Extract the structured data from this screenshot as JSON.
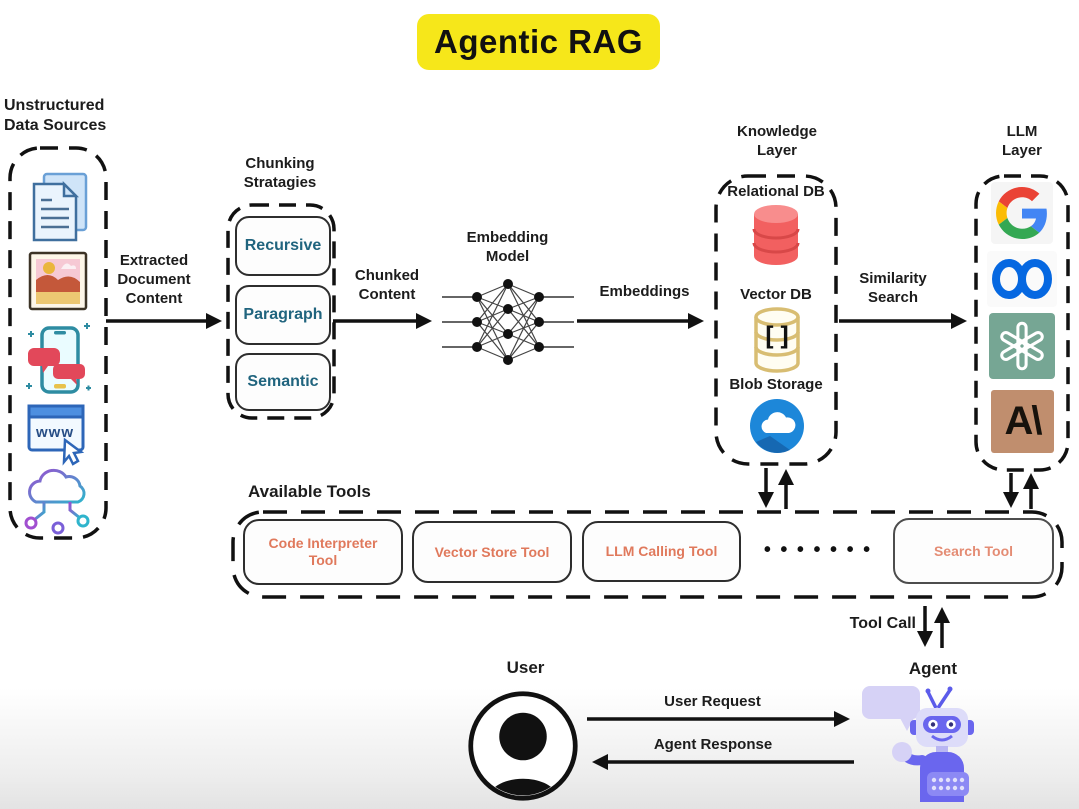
{
  "title": "Agentic RAG",
  "sources": {
    "label": "Unstructured Data Sources",
    "www_text": "www",
    "icons": [
      "documents-icon",
      "photo-icon",
      "mobile-chat-icon",
      "web-browser-icon",
      "cloud-network-icon"
    ]
  },
  "edges": {
    "extracted": "Extracted Document Content",
    "chunked": "Chunked Content",
    "embeddings": "Embeddings",
    "similarity": "Similarity Search",
    "tool_call": "Tool Call",
    "user_request": "User Request",
    "agent_response": "Agent Response"
  },
  "chunking": {
    "title": "Chunking Stratagies",
    "items": [
      "Recursive",
      "Paragraph",
      "Semantic"
    ]
  },
  "embedding": {
    "title": "Embedding Model"
  },
  "knowledge": {
    "title": "Knowledge Layer",
    "items": [
      "Relational DB",
      "Vector DB",
      "Blob Storage"
    ],
    "vector_glyph": "[]"
  },
  "llm": {
    "title": "LLM Layer",
    "providers": [
      "Google",
      "Meta",
      "OpenAI",
      "Anthropic"
    ],
    "anthropic_glyph": "A\\"
  },
  "tools": {
    "title": "Available Tools",
    "items": [
      "Code Interpreter Tool",
      "Vector Store Tool",
      "LLM Calling Tool",
      "Search Tool"
    ],
    "ellipsis": "• • • • • • •"
  },
  "actors": {
    "user": "User",
    "agent": "Agent"
  },
  "colors": {
    "title_bg": "#F6E71A",
    "chunk_text": "#20647E",
    "tool_text": "#E0795C",
    "meta_blue": "#0668E1",
    "openai_bg": "#76A694",
    "anthropic_bg": "#C08E6E",
    "relational_red": "#F26060",
    "vector_gold": "#D8BD72",
    "blob_blue": "#1D87D9",
    "robot_purple": "#6A66EE"
  }
}
